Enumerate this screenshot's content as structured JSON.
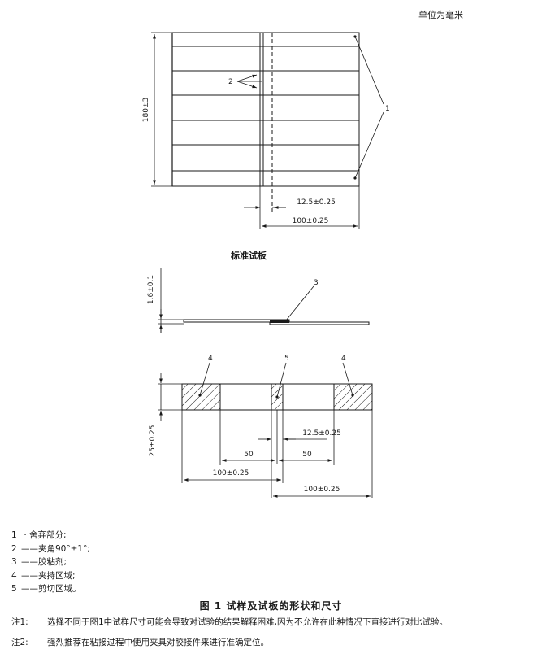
{
  "unit_note": "单位为毫米",
  "figure": {
    "top": {
      "dim_height": "180±3",
      "dim_small": "12.5±0.25",
      "dim_width": "100±0.25",
      "callout_1": "1",
      "callout_2": "2",
      "title": "标准试板"
    },
    "side": {
      "dim_thickness": "1.6±0.1",
      "callout_3": "3"
    },
    "bottom": {
      "dim_height": "25±0.25",
      "callout_4a": "4",
      "callout_5": "5",
      "callout_4b": "4",
      "dim_small": "12.5±0.25",
      "dim_50_left": "50",
      "dim_50_right": "50",
      "dim_100_left": "100±0.25",
      "dim_100_right": "100±0.25"
    }
  },
  "legend": [
    {
      "num": "1",
      "sep": " · ",
      "text": "舍弃部分;"
    },
    {
      "num": "2",
      "sep": "——",
      "text": "夹角90°±1°;"
    },
    {
      "num": "3",
      "sep": "——",
      "text": "胶粘剂;"
    },
    {
      "num": "4",
      "sep": "——",
      "text": "夹持区域;"
    },
    {
      "num": "5",
      "sep": "——",
      "text": "剪切区域。"
    }
  ],
  "caption": "图 1 试样及试板的形状和尺寸",
  "notes": [
    {
      "label": "注1:",
      "text": "选择不同于图1中试样尺寸可能会导致对试验的结果解释困难,因为不允许在此种情况下直接进行对比试验。"
    },
    {
      "label": "注2:",
      "text": "强烈推荐在粘接过程中使用夹具对胶接件来进行准确定位。"
    }
  ]
}
